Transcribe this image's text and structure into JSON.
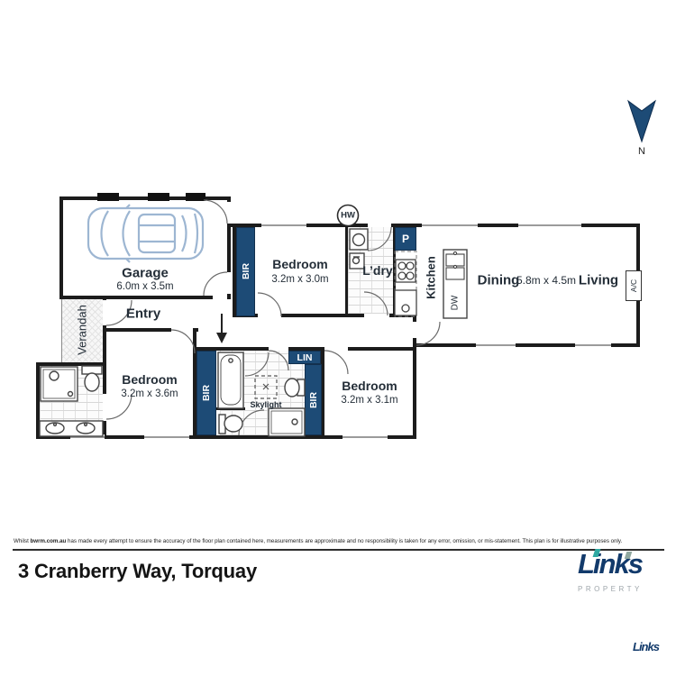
{
  "north": {
    "label": "N"
  },
  "plan": {
    "rooms": {
      "garage": {
        "name": "Garage",
        "dims": "6.0m x 3.5m"
      },
      "entry": {
        "name": "Entry"
      },
      "verandah": {
        "name": "Verandah"
      },
      "bedroom1": {
        "name": "Bedroom",
        "dims": "3.2m x 3.0m"
      },
      "laundry": {
        "name": "L’dry"
      },
      "kitchen": {
        "name": "Kitchen"
      },
      "dining": {
        "name": "Dining",
        "dims": "5.8m x 4.5m"
      },
      "living": {
        "name": "Living"
      },
      "bedroom2": {
        "name": "Bedroom",
        "dims": "3.2m x 3.6m"
      },
      "bedroom3": {
        "name": "Bedroom",
        "dims": "3.2m x 3.1m"
      },
      "skylight": {
        "name": "Skylight"
      }
    },
    "markers": {
      "bir": "BIR",
      "lin": "LIN",
      "pantry": "P",
      "hot_water": "HW",
      "dishwasher": "DW",
      "air_con": "A/C"
    },
    "colors": {
      "navy": "#1d4b76",
      "wall": "#1c1c1c",
      "car_outline": "#9db6d2",
      "logo_navy": "#123a6b",
      "logo_teal": "#2ea9a2",
      "logo_grey": "#9fa6ab"
    }
  },
  "footer": {
    "disclaimer_prefix": "Whilst ",
    "disclaimer_brand": "bwrm.com.au",
    "disclaimer_rest": " has made every attempt to ensure the accuracy of the floor plan contained here, measurements are approximate and no responsibility is taken for any error, omission, or mis-statement. This plan is for illustrative purposes only.",
    "address": "3 Cranberry Way, Torquay",
    "logo": {
      "brand": "Links",
      "tagline": "PROPERTY"
    },
    "watermark": "Links"
  }
}
